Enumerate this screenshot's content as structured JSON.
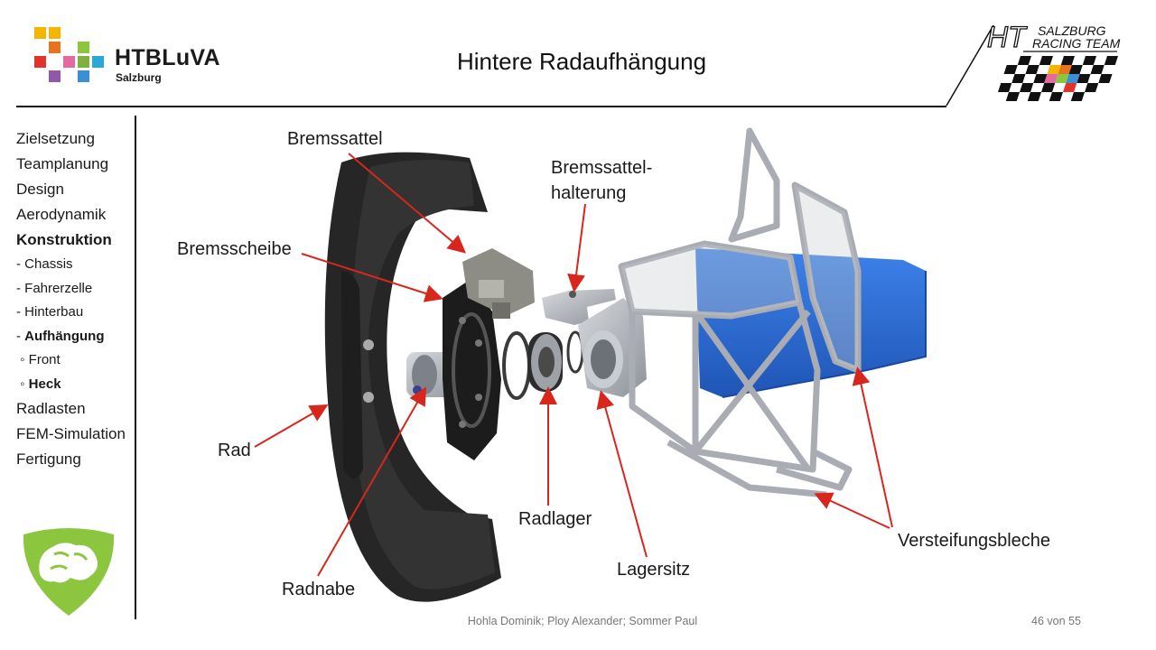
{
  "header": {
    "title": "Hintere Radaufhängung",
    "school_logo_name": "HTBLuVA",
    "school_logo_city": "Salzburg",
    "team_logo_line1": "SALZBURG",
    "team_logo_line2": "RACING TEAM",
    "team_logo_mark": "HT"
  },
  "nav": {
    "items": [
      {
        "label": "Zielsetzung"
      },
      {
        "label": "Teamplanung"
      },
      {
        "label": "Design"
      },
      {
        "label": "Aerodynamik"
      },
      {
        "label": "Konstruktion"
      },
      {
        "prefix": "- ",
        "label": "Chassis"
      },
      {
        "prefix": "- ",
        "label": "Fahrerzelle"
      },
      {
        "prefix": "- ",
        "label": "Hinterbau"
      },
      {
        "prefix": "- ",
        "label": "Aufhängung"
      },
      {
        "prefix": "◦ ",
        "label": "Front"
      },
      {
        "prefix": "◦ ",
        "label": "Heck"
      },
      {
        "label": "Radlasten"
      },
      {
        "label": "FEM-Simulation"
      },
      {
        "label": "Fertigung"
      }
    ]
  },
  "diagram": {
    "labels": {
      "bremssattel": "Bremssattel",
      "halterung_line1": "Bremssattel-",
      "halterung_line2": "halterung",
      "bremsscheibe": "Bremsscheibe",
      "rad": "Rad",
      "radlager": "Radlager",
      "lagersitz": "Lagersitz",
      "radnabe": "Radnabe",
      "versteifungsbleche": "Versteifungsbleche"
    },
    "arrow_color": "#d9261c",
    "part_colors": {
      "wheel": "#262626",
      "metal": "#a9adb3",
      "box": "#2f6fd8"
    }
  },
  "footer": {
    "authors": "Hohla Dominik; Ploy Alexander; Sommer Paul",
    "page": "46 von 55"
  },
  "colors": {
    "green_logo": "#8cc63f",
    "rule": "#111111"
  }
}
